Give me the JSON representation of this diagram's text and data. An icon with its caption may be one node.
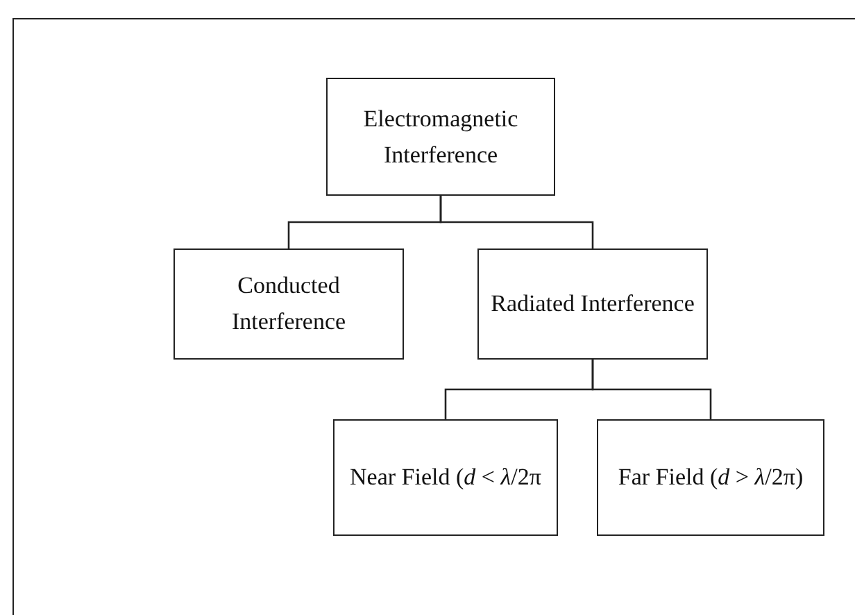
{
  "diagram": {
    "nodes": [
      {
        "text": [
          "Electromagnetic Interference"
        ]
      },
      {
        "text": [
          "Conducted Interference"
        ]
      },
      {
        "text": [
          "Radiated Interference"
        ]
      },
      {
        "text": [
          "Near Field (*d* < *λ*/2π"
        ]
      },
      {
        "text": [
          "Far Field (*d* > *λ*/2π)"
        ]
      }
    ],
    "edges": [
      {
        "from": 0,
        "to": 1,
        "arrow": "none"
      },
      {
        "from": 0,
        "to": 2,
        "arrow": "none"
      },
      {
        "from": 2,
        "to": 3,
        "arrow": "none"
      },
      {
        "from": 2,
        "to": 4,
        "arrow": "none"
      }
    ]
  }
}
